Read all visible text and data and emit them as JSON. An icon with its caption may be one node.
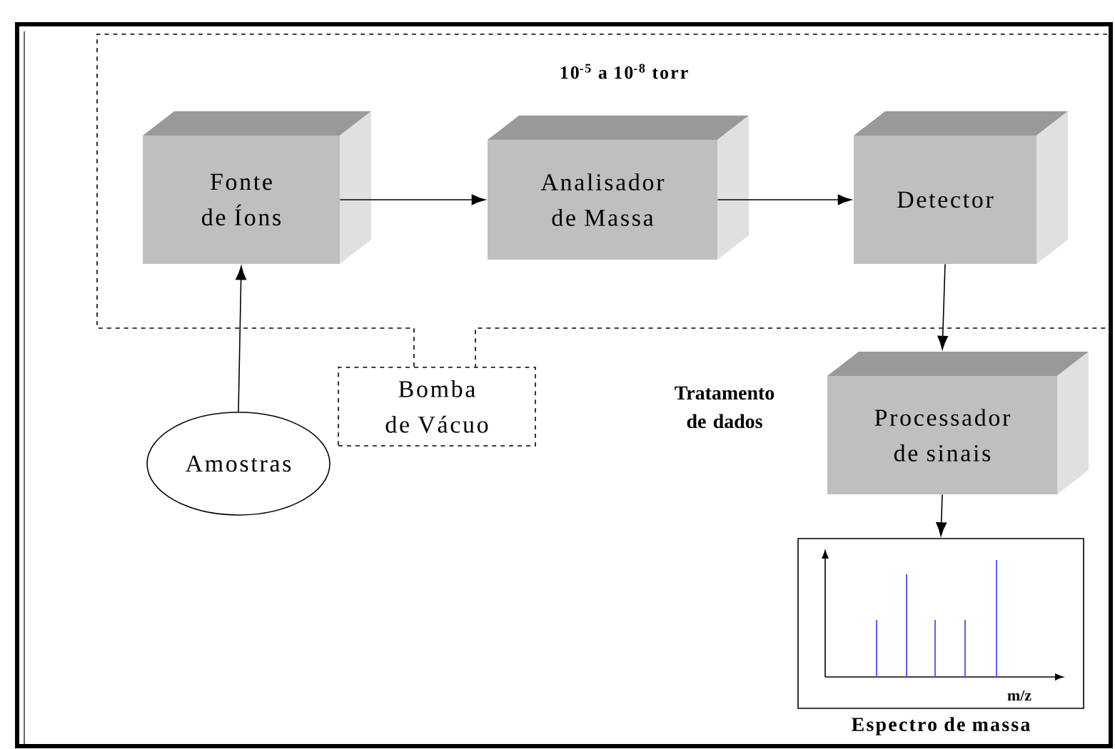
{
  "diagram": {
    "nodes": [
      {
        "text": [
          "10$^{-5}$ a 10$^{-8}$ torr"
        ]
      },
      {
        "text": [
          "Fonte de Íons"
        ],
        "in": 0
      },
      {
        "text": [
          "Analisador de Massa"
        ],
        "in": 0
      },
      {
        "text": [
          "Detector"
        ],
        "in": 0
      },
      {
        "text": [
          "Bomba de Vácuo"
        ]
      },
      {
        "text": [
          "Amostras"
        ]
      },
      {
        "text": [
          "Processador de sinais"
        ],
        "beside": [
          "Tratamento de dados"
        ]
      },
      {
        "text": [
          "Espectro de massa"
        ]
      }
    ],
    "edges": [
      {
        "from": 5,
        "to": 1,
        "arrow": "to"
      },
      {
        "from": 1,
        "to": 2,
        "arrow": "to"
      },
      {
        "from": 2,
        "to": 3,
        "arrow": "to"
      },
      {
        "from": 3,
        "to": 6,
        "arrow": "to"
      },
      {
        "from": 6,
        "to": 7,
        "arrow": "to"
      }
    ],
    "labels": [
      "m/z"
    ]
  }
}
